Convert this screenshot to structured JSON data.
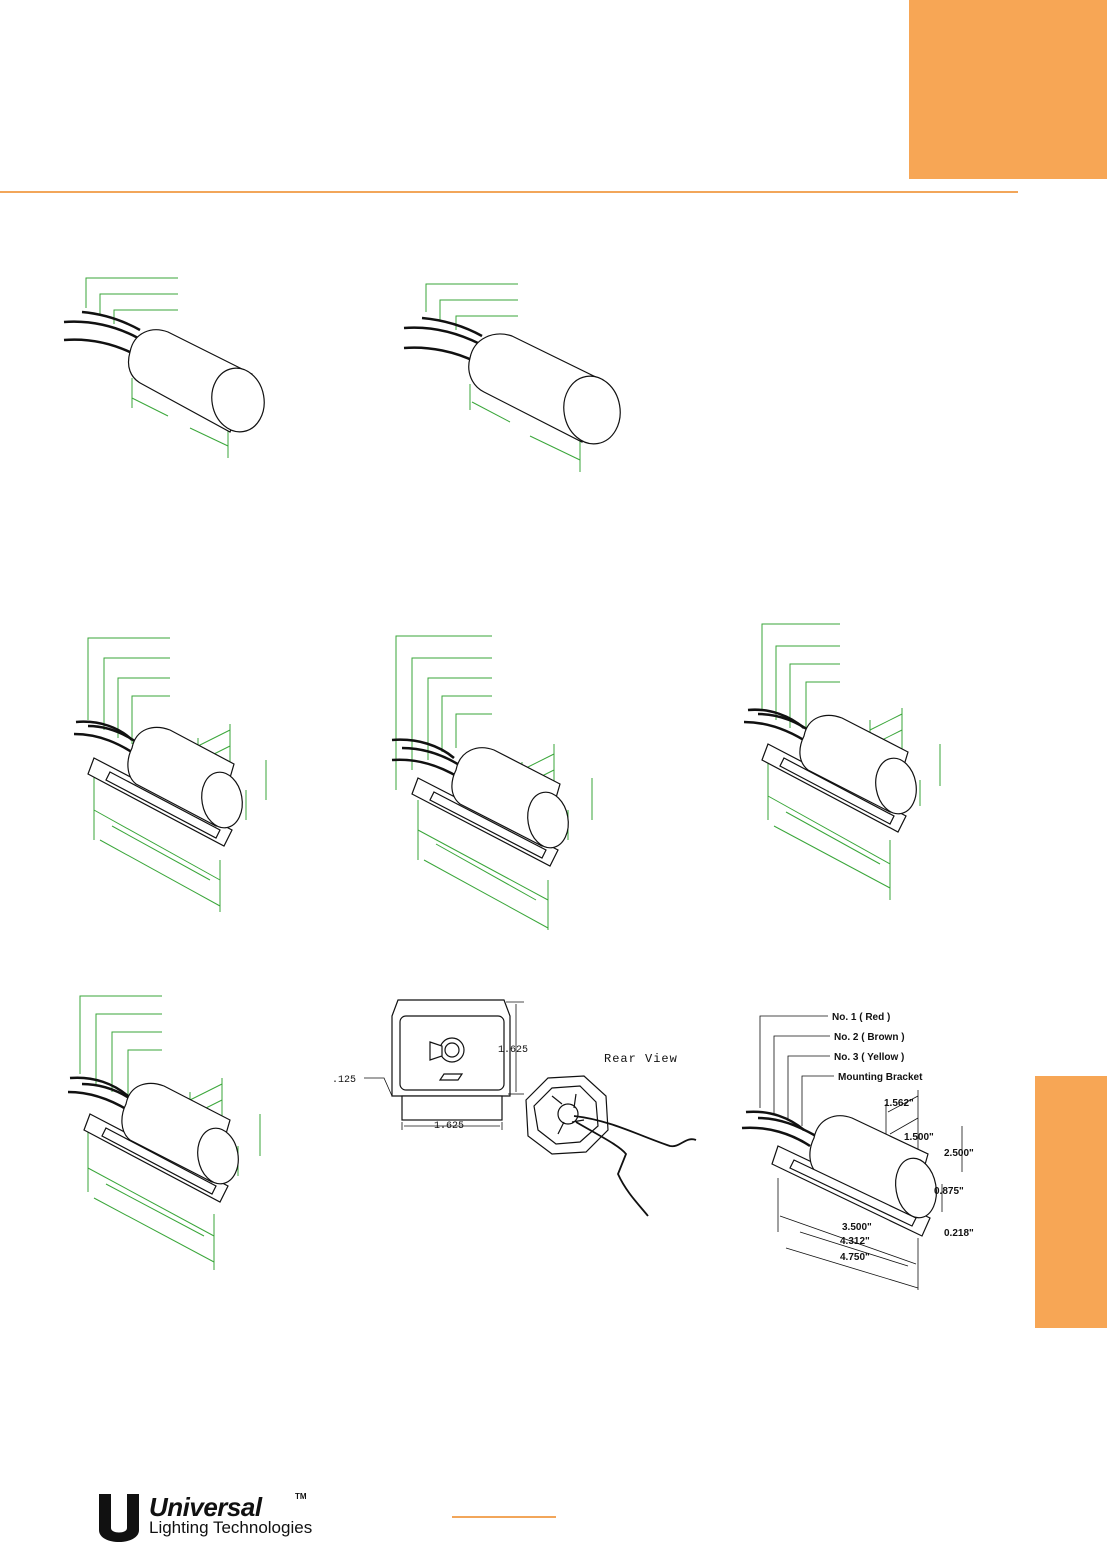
{
  "brand": {
    "accent_color": "#f7a655",
    "rule_color": "#f2a65a",
    "logo_name": "Universal",
    "logo_tm": "TM",
    "logo_tagline": "Lighting Technologies"
  },
  "fig_igniter_square": {
    "rear_view_label": "Rear View",
    "dim_height": "1.625",
    "dim_width": "1.625",
    "dim_base": ".125"
  },
  "fig_bracket_labeled": {
    "leads": [
      "No. 1 ( Red )",
      "No. 2 ( Brown )",
      "No. 3  ( Yellow )",
      "Mounting Bracket"
    ],
    "dims": {
      "d1": "1.562\"",
      "d2": "1.500\"",
      "d3": "2.500\"",
      "d4": "0.875\"",
      "d5": "0.218\"",
      "d6": "3.500\"",
      "d7": "4.312\"",
      "d8": "4.750\""
    }
  }
}
